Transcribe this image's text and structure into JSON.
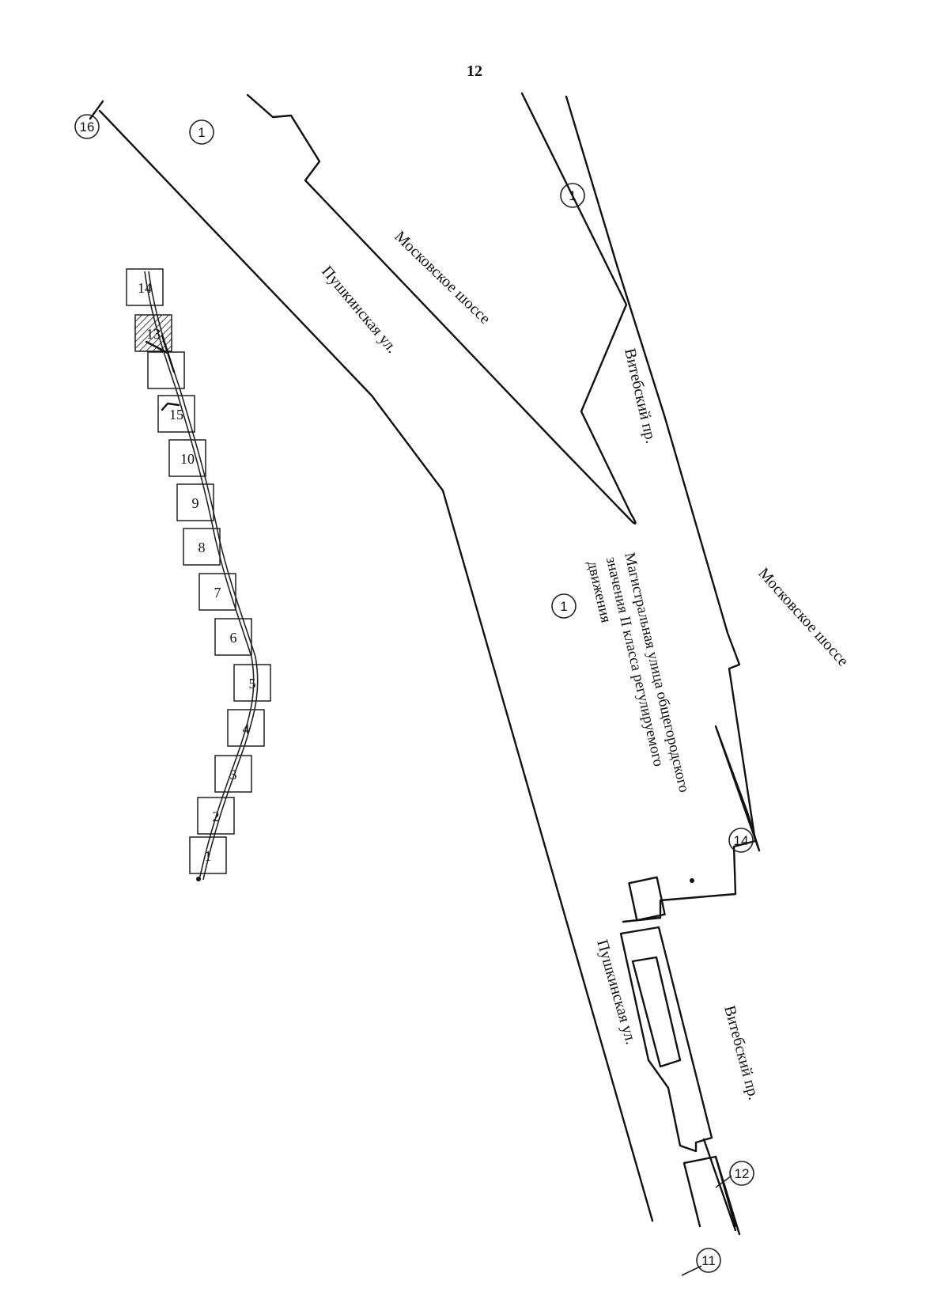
{
  "page_number": "12",
  "streets": {
    "moskovskoe_1": "Московское шоссе",
    "moskovskoe_2": "Московское шоссе",
    "pushkinskaya_1": "Пушкинская ул.",
    "pushkinskaya_2": "Пушкинская ул.",
    "vitebsky_1": "Витебский пр.",
    "vitebsky_2": "Витебский пр."
  },
  "main_street": {
    "line1": "Магистральная улица общегородского",
    "line2": "значения II класса регулируемого",
    "line3": "движения"
  },
  "markers": {
    "m1a": "1",
    "m1b": "1",
    "m1c": "1",
    "m11": "11",
    "m12": "12",
    "m14": "14",
    "m16": "16"
  },
  "sections": [
    "1",
    "2",
    "3",
    "4",
    "5",
    "6",
    "7",
    "8",
    "9",
    "10",
    "15",
    "",
    "13",
    "14"
  ]
}
